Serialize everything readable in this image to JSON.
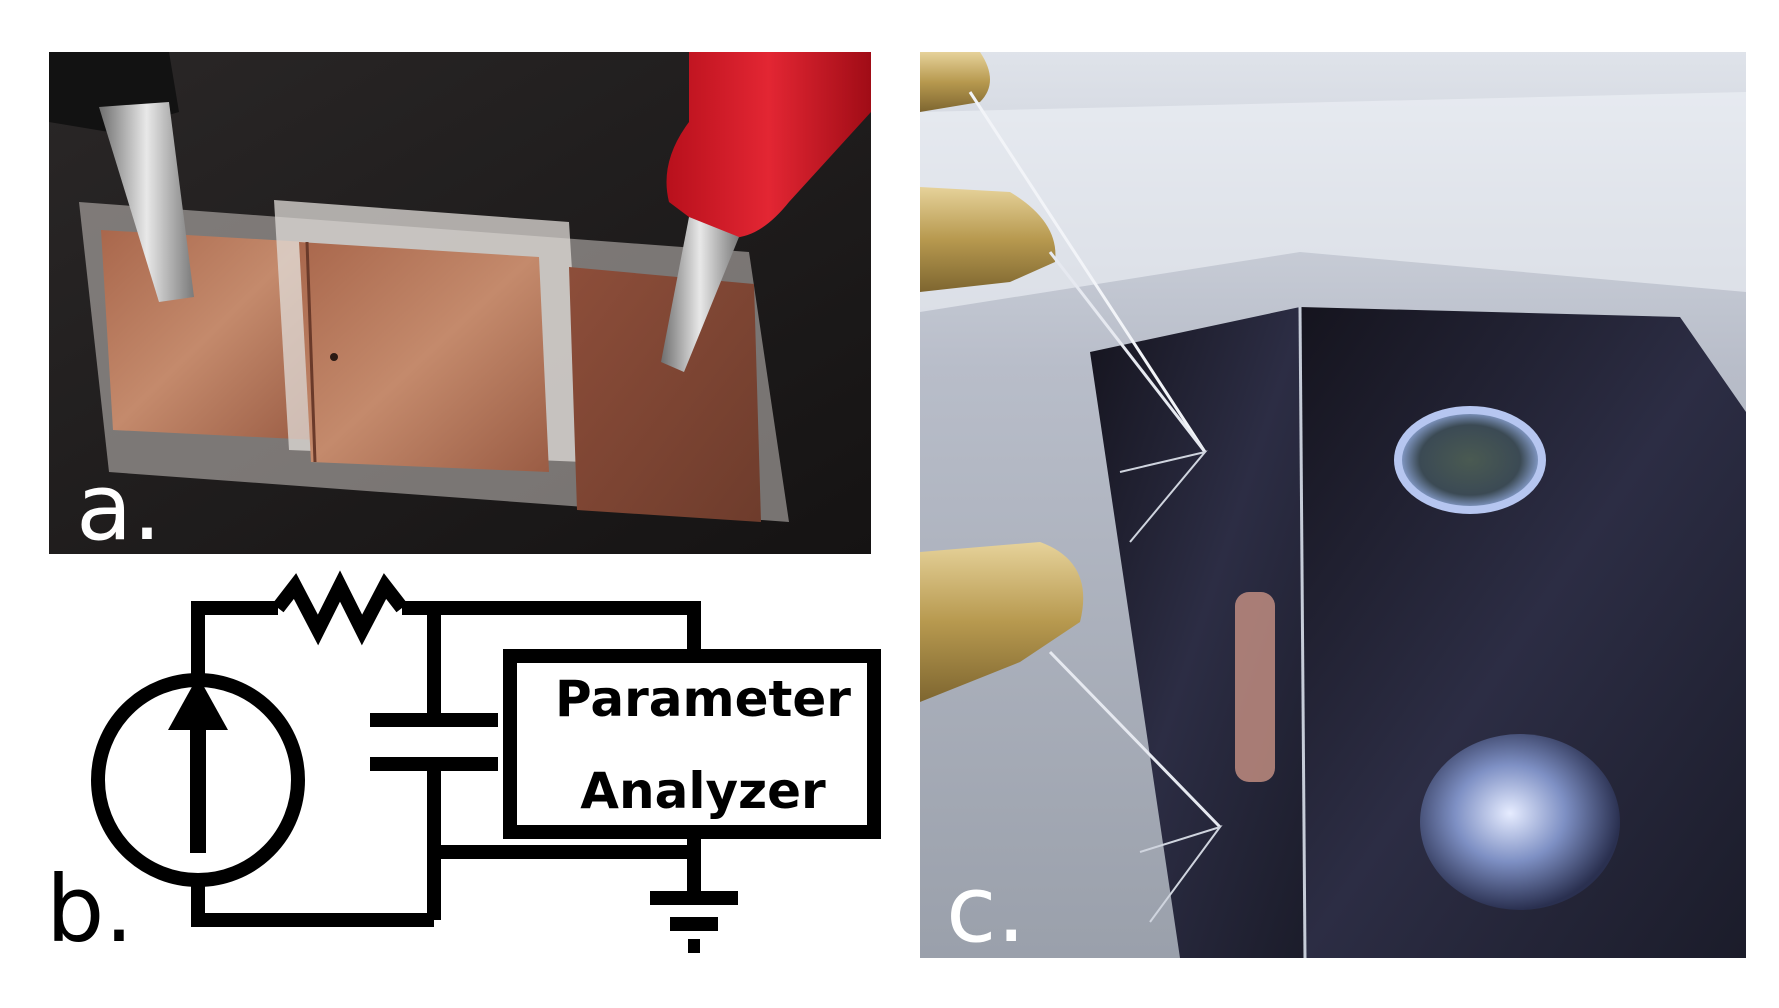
{
  "figure": {
    "panels": [
      {
        "id": "a",
        "label": "a."
      },
      {
        "id": "b",
        "label": "b."
      },
      {
        "id": "c",
        "label": "c."
      }
    ],
    "circuit": {
      "analyzer_line1": "Parameter",
      "analyzer_line2": "Analyzer"
    }
  },
  "colors": {
    "copper": "#a86a50",
    "probe_red": "#d01824",
    "probe_black": "#1a1a1a",
    "brass": "#c9b070",
    "background_dark": "#1f1d1d",
    "wafer_dark": "#2a2c3a"
  }
}
